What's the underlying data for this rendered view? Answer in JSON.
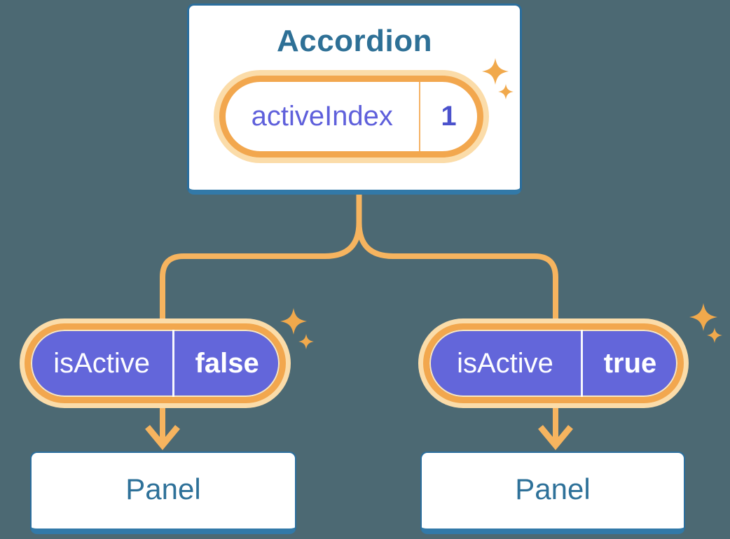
{
  "diagram": {
    "root": {
      "title": "Accordion",
      "prop": {
        "name": "activeIndex",
        "value": "1"
      }
    },
    "children": [
      {
        "prop": {
          "name": "isActive",
          "value": "false"
        },
        "panel": {
          "label": "Panel"
        }
      },
      {
        "prop": {
          "name": "isActive",
          "value": "true"
        },
        "panel": {
          "label": "Panel"
        }
      }
    ]
  },
  "icons": {
    "sparkle": "sparkle-icon"
  },
  "colors": {
    "background": "#4C6973",
    "box_border_blue": "#2B6E9D",
    "box_bottom_blue": "#3279A8",
    "heading_text_blue": "#2E7096",
    "panel_text_blue": "#2E7199",
    "pill_ring_orange": "#F2A74E",
    "pill_glow": "#FBDCA9",
    "connector_orange": "#F6B45F",
    "pill_purple": "#6366DA",
    "prop_name_indigo": "#5F60DB",
    "prop_value_indigo": "#4B52CC",
    "sparkle_orange": "#F1A94C"
  }
}
